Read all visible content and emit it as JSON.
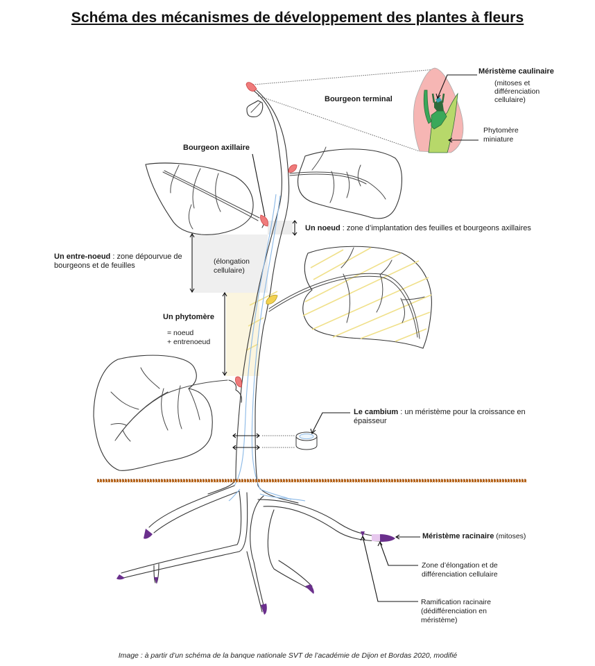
{
  "title": "Schéma des mécanismes de développement des plantes à fleurs",
  "labels": {
    "bourgeon_terminal": "Bourgeon terminal",
    "meristeme_caulinaire": "Méristème caulinaire",
    "meristeme_caulinaire_detail_1": "(mitoses et",
    "meristeme_caulinaire_detail_2": "différenciation",
    "meristeme_caulinaire_detail_3": "cellulaire)",
    "phytomere_miniature_1": "Phytomère",
    "phytomere_miniature_2": "miniature",
    "bourgeon_axillaire": "Bourgeon axillaire",
    "noeud_title": "Un noeud",
    "noeud_desc": " : zone d’implantation des feuilles et bourgeons axillaires",
    "entre_noeud_title": "Un entre-noeud",
    "entre_noeud_desc_1": " : zone dépourvue de",
    "entre_noeud_desc_2": "bourgeons et de feuilles",
    "elongation_1": "(élongation",
    "elongation_2": "cellulaire)",
    "phytomere_title": "Un phytomère",
    "phytomere_eq_1": "= noeud",
    "phytomere_eq_2": "+ entrenoeud",
    "cambium_title": "Le cambium",
    "cambium_desc_1": " : un méristème pour la croissance en",
    "cambium_desc_2": "épaisseur",
    "meristeme_racinaire_title": "Méristème racinaire",
    "meristeme_racinaire_detail": "  (mitoses)",
    "zone_elongation_1": "Zone d’élongation et de",
    "zone_elongation_2": "différenciation cellulaire",
    "ramification_1": "Ramification racinaire",
    "ramification_2": "(dédifférenciation en",
    "ramification_3": "méristème)"
  },
  "caption": "Image : à partir d’un schéma de la banque nationale SVT de l’académie de Dijon et Bordas 2020, modifié",
  "colors": {
    "bud": "#ef7b7b",
    "bud_pale": "#f6b6b4",
    "axillary_highlight": "#f3d250",
    "meristem_blue": "#3aa3b0",
    "meristem_dark_green": "#2e6b3a",
    "meristem_green": "#3aa85a",
    "phytomere_light_green": "#b7d86a",
    "vascular": "#8ab8e6",
    "root_tip": "#6a2f8c",
    "root_tip_pale": "#e7c8ee",
    "soil": "#b5651d",
    "node_zone": "#ececec",
    "phytomere_zone": "#fbf5df"
  }
}
